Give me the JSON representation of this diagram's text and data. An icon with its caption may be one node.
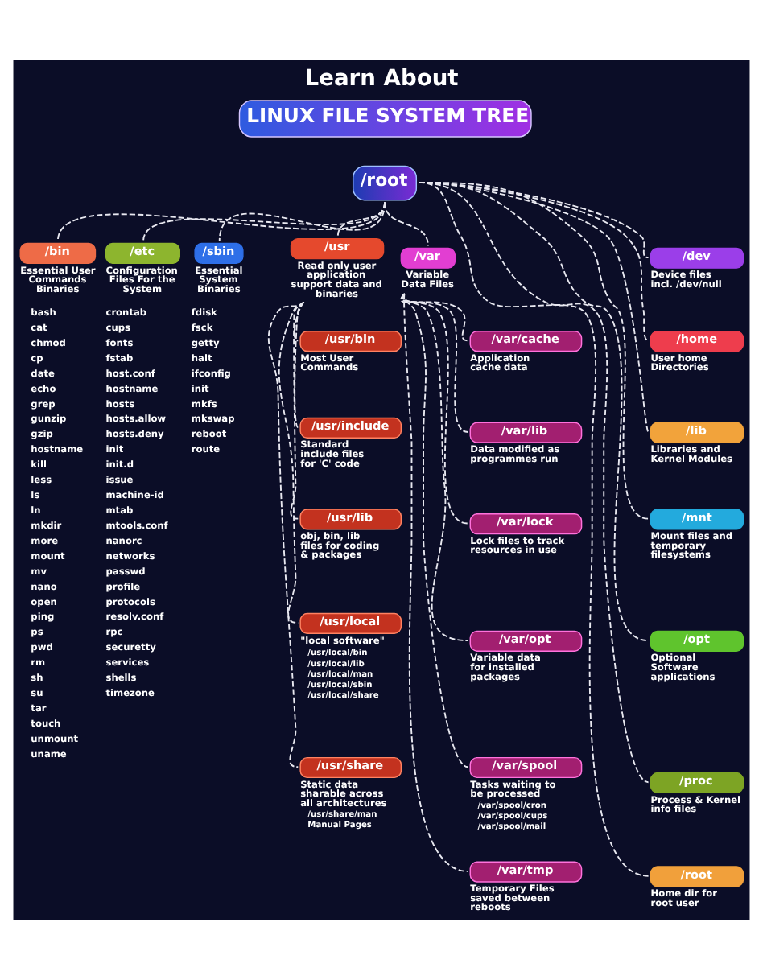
{
  "diagram": {
    "title": "Learn About",
    "nodes": [
      {
        "text": [
          "LINUX FILE SYSTEM TREE"
        ]
      },
      {
        "text": [
          "/root"
        ]
      },
      {
        "text": [
          "/bin"
        ],
        "beside": [
          "Essential User Commands Binaries",
          "bash",
          "cat",
          "chmod",
          "cp",
          "date",
          "echo",
          "grep",
          "gunzip",
          "gzip",
          "hostname",
          "kill",
          "less",
          "ls",
          "ln",
          "mkdir",
          "more",
          "mount",
          "mv",
          "nano",
          "open",
          "ping",
          "ps",
          "pwd",
          "rm",
          "sh",
          "su",
          "tar",
          "touch",
          "unmount",
          "uname"
        ]
      },
      {
        "text": [
          "/etc"
        ],
        "beside": [
          "Configuration Files For the System",
          "crontab",
          "cups",
          "fonts",
          "fstab",
          "host.conf",
          "hostname",
          "hosts",
          "hosts.allow",
          "hosts.deny",
          "init",
          "init.d",
          "issue",
          "machine-id",
          "mtab",
          "mtools.conf",
          "nanorc",
          "networks",
          "passwd",
          "profile",
          "protocols",
          "resolv.conf",
          "rpc",
          "securetty",
          "services",
          "shells",
          "timezone"
        ]
      },
      {
        "text": [
          "/sbin"
        ],
        "beside": [
          "Essential System Binaries",
          "fdisk",
          "fsck",
          "getty",
          "halt",
          "ifconfig",
          "init",
          "mkfs",
          "mkswap",
          "reboot",
          "route"
        ]
      },
      {
        "text": [
          "/usr"
        ],
        "beside": [
          "Read only user application support data and binaries"
        ]
      },
      {
        "text": [
          "/usr/bin"
        ],
        "beside": [
          "Most User Commands"
        ]
      },
      {
        "text": [
          "/usr/include"
        ],
        "beside": [
          "Standard include files for 'C' code"
        ]
      },
      {
        "text": [
          "/usr/lib"
        ],
        "beside": [
          "obj, bin, lib files for coding & packages"
        ]
      },
      {
        "text": [
          "/usr/local"
        ],
        "beside": [
          "\"local software\"",
          "/usr/local/bin",
          "/usr/local/lib",
          "/usr/local/man",
          "/usr/local/sbin",
          "/usr/local/share"
        ]
      },
      {
        "text": [
          "/usr/share"
        ],
        "beside": [
          "Static data sharable across all architectures",
          "/usr/share/man",
          "Manual Pages"
        ]
      },
      {
        "text": [
          "/var"
        ],
        "beside": [
          "Variable Data Files"
        ]
      },
      {
        "text": [
          "/var/cache"
        ],
        "beside": [
          "Application cache data"
        ]
      },
      {
        "text": [
          "/var/lib"
        ],
        "beside": [
          "Data modified as programmes run"
        ]
      },
      {
        "text": [
          "/var/lock"
        ],
        "beside": [
          "Lock files to track resources in use"
        ]
      },
      {
        "text": [
          "/var/opt"
        ],
        "beside": [
          "Variable data for installed packages"
        ]
      },
      {
        "text": [
          "/var/spool"
        ],
        "beside": [
          "Tasks waiting to be processed",
          "/var/spool/cron",
          "/var/spool/cups",
          "/var/spool/mail"
        ]
      },
      {
        "text": [
          "/var/tmp"
        ],
        "beside": [
          "Temporary Files saved between reboots"
        ]
      },
      {
        "text": [
          "/dev"
        ],
        "beside": [
          "Device files incl. /dev/null"
        ]
      },
      {
        "text": [
          "/home"
        ],
        "beside": [
          "User home Directories"
        ]
      },
      {
        "text": [
          "/lib"
        ],
        "beside": [
          "Libraries and Kernel Modules"
        ]
      },
      {
        "text": [
          "/mnt"
        ],
        "beside": [
          "Mount files and temporary filesystems"
        ]
      },
      {
        "text": [
          "/opt"
        ],
        "beside": [
          "Optional Software applications"
        ]
      },
      {
        "text": [
          "/proc"
        ],
        "beside": [
          "Process & Kernel info files"
        ]
      },
      {
        "text": [
          "/root"
        ],
        "beside": [
          "Home dir for root user"
        ]
      }
    ],
    "edges": [
      {
        "from": 1,
        "to": 2,
        "arrow": "none",
        "style": "dashed"
      },
      {
        "from": 1,
        "to": 3,
        "arrow": "none",
        "style": "dashed"
      },
      {
        "from": 1,
        "to": 4,
        "arrow": "none",
        "style": "dashed"
      },
      {
        "from": 1,
        "to": 5,
        "arrow": "none",
        "style": "dashed"
      },
      {
        "from": 5,
        "to": 10,
        "arrow": "none",
        "style": "dashed"
      },
      {
        "from": 5,
        "to": 9,
        "arrow": "none",
        "style": "dashed"
      },
      {
        "from": 5,
        "to": 8,
        "arrow": "none",
        "style": "dashed"
      },
      {
        "from": 5,
        "to": 7,
        "arrow": "none",
        "style": "dashed"
      },
      {
        "from": 5,
        "to": 6,
        "arrow": "none",
        "style": "dashed"
      },
      {
        "from": 1,
        "to": 11,
        "arrow": "none",
        "style": "dashed"
      },
      {
        "from": 11,
        "to": 17,
        "arrow": "none",
        "style": "dashed"
      },
      {
        "from": 11,
        "to": 16,
        "arrow": "none",
        "style": "dashed"
      },
      {
        "from": 11,
        "to": 15,
        "arrow": "none",
        "style": "dashed"
      },
      {
        "from": 11,
        "to": 14,
        "arrow": "none",
        "style": "dashed"
      },
      {
        "from": 11,
        "to": 13,
        "arrow": "none",
        "style": "dashed"
      },
      {
        "from": 11,
        "to": 12,
        "arrow": "none",
        "style": "dashed"
      },
      {
        "from": 1,
        "to": 24,
        "arrow": "none",
        "style": "dashed"
      },
      {
        "from": 1,
        "to": 23,
        "arrow": "none",
        "style": "dashed"
      },
      {
        "from": 1,
        "to": 22,
        "arrow": "none",
        "style": "dashed"
      },
      {
        "from": 1,
        "to": 21,
        "arrow": "none",
        "style": "dashed"
      },
      {
        "from": 1,
        "to": 20,
        "arrow": "none",
        "style": "dashed"
      },
      {
        "from": 1,
        "to": 19,
        "arrow": "none",
        "style": "dashed"
      },
      {
        "from": 1,
        "to": 18,
        "arrow": "none",
        "style": "dashed"
      }
    ]
  }
}
